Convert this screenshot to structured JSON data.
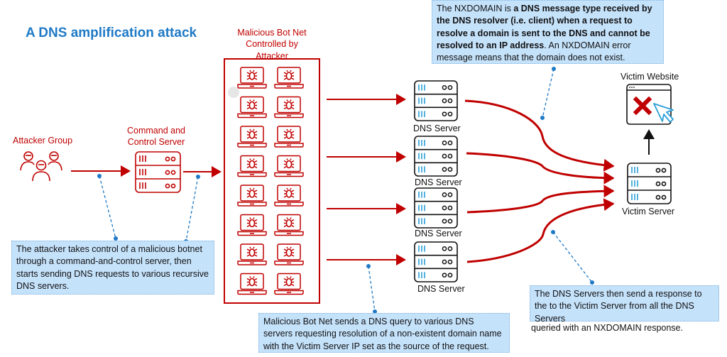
{
  "title": "A DNS amplification attack",
  "colors": {
    "attack_red": "#c00000",
    "note_blue": "#c5e2fb",
    "callout_blue": "#1f7ac6",
    "title_blue": "#1f7ac6",
    "server_stripe_blue": "#2a9fd6"
  },
  "nodes": {
    "attacker_group": {
      "label": "Attacker Group",
      "icon": "hacker-group-icon"
    },
    "cnc_server": {
      "label": "Command and\nControl Server",
      "label_line1": "Command and",
      "label_line2": "Control Server",
      "icon": "server-icon"
    },
    "botnet": {
      "label_line1": "Malicious Bot Net",
      "label_line2": "Controlled by",
      "label_line3": "Attacker",
      "bot_count": 16,
      "icon": "infected-laptop-icon"
    },
    "dns_servers": [
      {
        "label": "DNS Server"
      },
      {
        "label": "DNS Server"
      },
      {
        "label": "DNS Server"
      },
      {
        "label": "DNS Server"
      }
    ],
    "victim_server": {
      "label": "Victim Server",
      "icon": "server-icon"
    },
    "victim_website": {
      "label": "Victim Website",
      "icon": "browser-error-icon"
    }
  },
  "notes": {
    "nxdomain": {
      "p1": "The NXDOMAIN is ",
      "b1": "a DNS message type received by the DNS resolver (i.e. client) when a request to resolve a domain is sent to the DNS and cannot be resolved to an IP address",
      "p2": ". An NXDOMAIN error message means that the domain does not exist."
    },
    "attacker": "The attacker takes control of a malicious botnet through a command-and-control server, then starts sending DNS requests to various recursive DNS servers.",
    "botnet_query": "Malicious Bot Net sends a DNS query to various DNS servers requesting resolution of a non-existent domain name with the Victim Server IP set as the source of the request.",
    "dns_response": "The DNS Servers then send a response to the to the Victim Server from all the DNS Servers",
    "dns_response_overflow": "queried with an NXDOMAIN response."
  }
}
